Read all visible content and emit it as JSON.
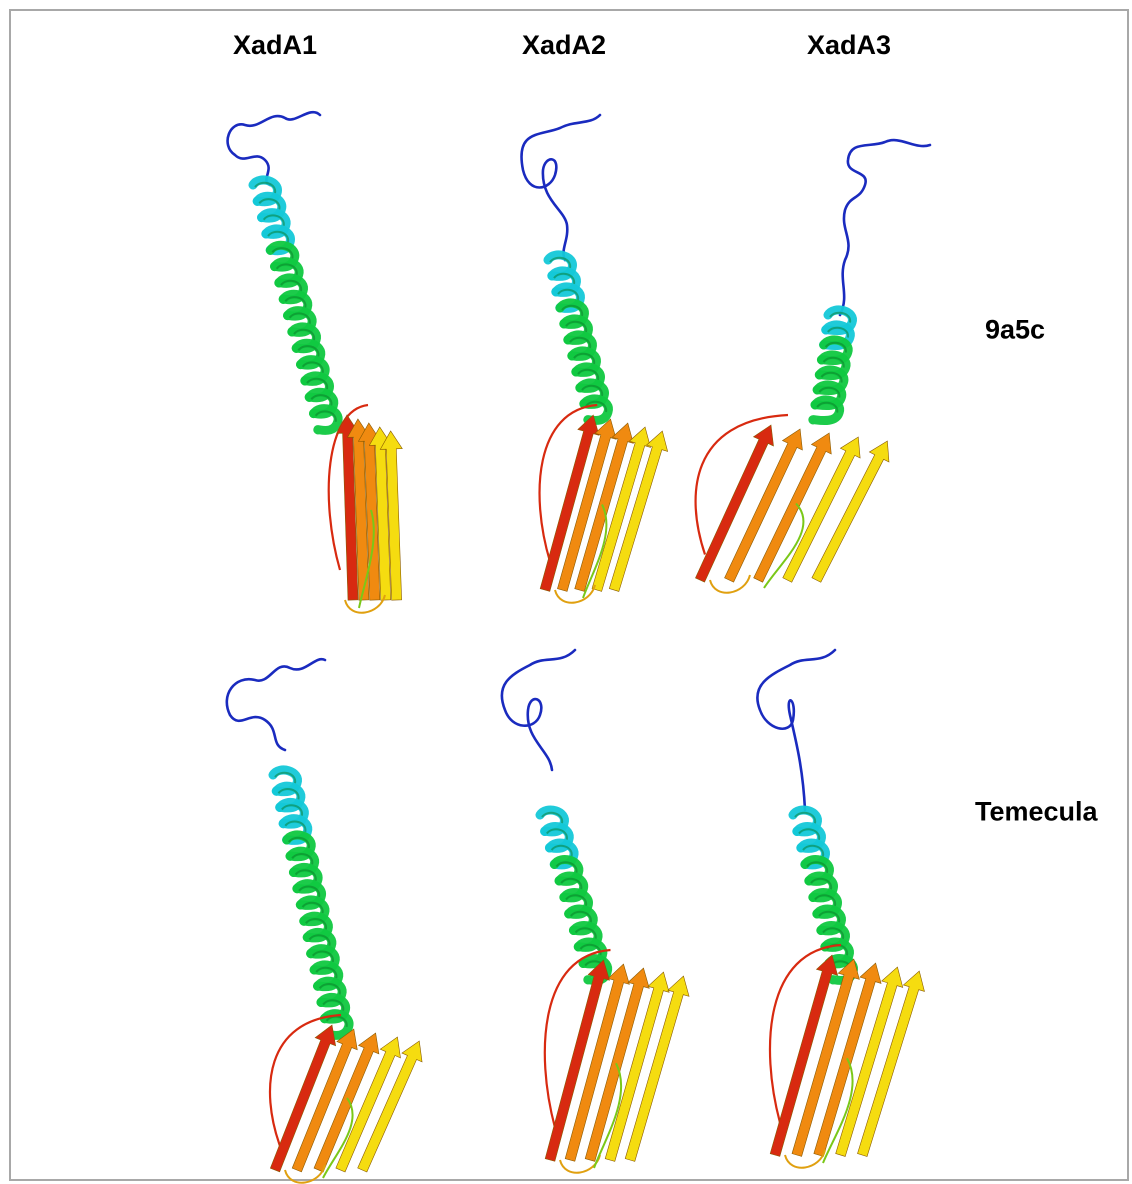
{
  "columns": [
    "XadA1",
    "XadA2",
    "XadA3"
  ],
  "rows": [
    "9a5c",
    "Temecula"
  ],
  "colors": {
    "n_terminus": "#1a2bbf",
    "linker": "#1c8fd8",
    "helix_top": "#14c8d8",
    "helix": "#10c840",
    "beta_yellow": "#f5dc10",
    "beta_orange": "#f08a10",
    "beta_red": "#d82a10",
    "c_terminus": "#b01808",
    "frame": "#a8a8a8"
  }
}
